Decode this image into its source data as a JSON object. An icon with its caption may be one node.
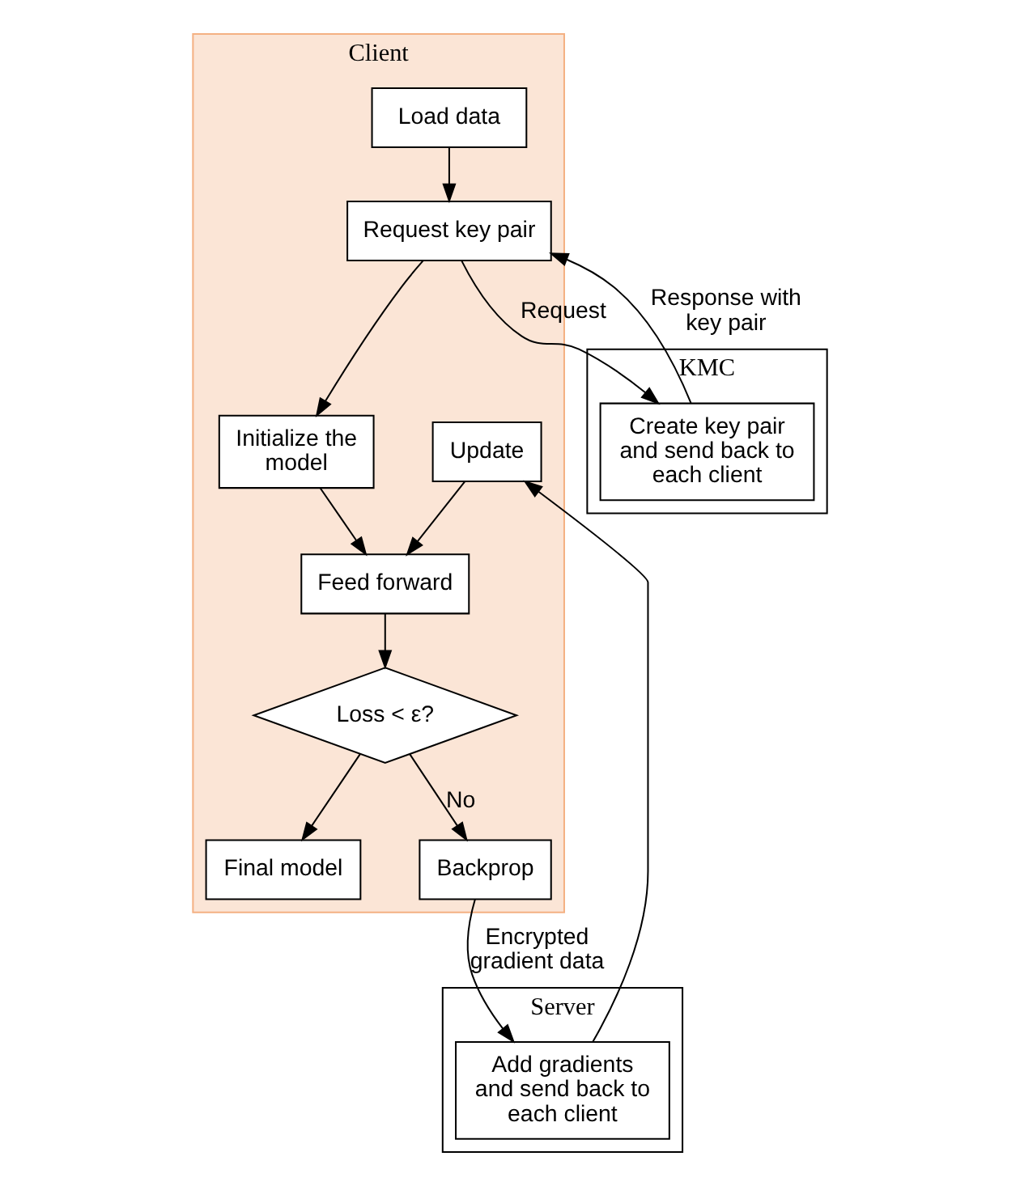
{
  "diagram": {
    "nodes": [
      {
        "text": [
          "Client"
        ]
      },
      {
        "text": [
          "Load data"
        ],
        "in": 0
      },
      {
        "text": [
          "Request key pair"
        ],
        "in": 0
      },
      {
        "text": [
          "Initialize the model"
        ],
        "in": 0
      },
      {
        "text": [
          "Feed forward"
        ],
        "in": 0
      },
      {
        "text": [
          "Loss < ε?"
        ],
        "in": 0
      },
      {
        "text": [
          "Final model"
        ],
        "in": 0
      },
      {
        "text": [
          "Update"
        ],
        "in": 0
      },
      {
        "text": [
          "Backprop"
        ],
        "in": 0
      },
      {
        "text": [
          "KMC"
        ]
      },
      {
        "text": [
          "Create key pair and send back to each client"
        ],
        "in": 9
      },
      {
        "text": [
          "Server"
        ]
      },
      {
        "text": [
          "Add gradients and send back to each client"
        ],
        "in": 11
      }
    ],
    "edges": [
      {
        "from": 1,
        "to": 2,
        "arrow": "to"
      },
      {
        "from": 2,
        "to": 10,
        "arrow": "to",
        "label": "Request"
      },
      {
        "from": 10,
        "to": 2,
        "arrow": "to",
        "label": "Response with key pair"
      },
      {
        "from": 2,
        "to": 3,
        "arrow": "to"
      },
      {
        "from": 3,
        "to": 4,
        "arrow": "to"
      },
      {
        "from": 4,
        "to": 5,
        "arrow": "to"
      },
      {
        "from": 5,
        "to": 8,
        "arrow": "to",
        "label": "No"
      },
      {
        "from": 5,
        "to": 6,
        "arrow": "to"
      },
      {
        "from": 8,
        "to": 12,
        "arrow": "to",
        "label": "Encrypted gradient data"
      },
      {
        "from": 12,
        "to": 7,
        "arrow": "to"
      },
      {
        "from": 7,
        "to": 4,
        "arrow": "to"
      }
    ]
  }
}
